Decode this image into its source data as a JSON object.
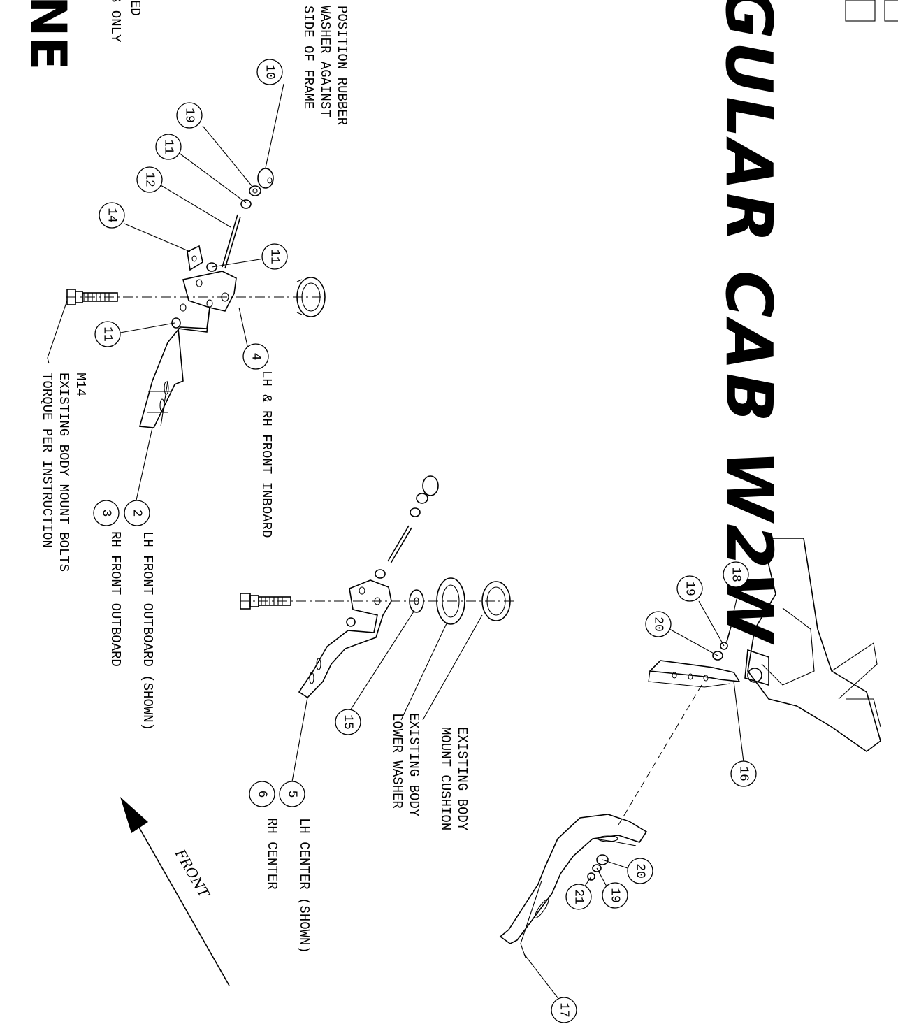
{
  "title": "GULAR CAB W2W",
  "logo_text": "NE",
  "edge_text": [
    "ED",
    "S ONLY"
  ],
  "notes": {
    "position_washer": [
      "POSITION RUBBER",
      "WASHER AGAINST",
      "SIDE OF FRAME"
    ],
    "body_mount_bolts": [
      "M14",
      "EXISTING BODY MOUNT BOLTS",
      "TORQUE PER INSTRUCTION"
    ],
    "lh_rh_front_inboard": "LH & RH FRONT INBOARD",
    "lh_front_outboard": "LH FRONT OUTBOARD (SHOWN)",
    "rh_front_outboard": "RH FRONT OUTBOARD",
    "existing_cushion": [
      "EXISTING BODY",
      "MOUNT CUSHION"
    ],
    "existing_lower_washer": [
      "EXISTING BODY",
      "LOWER WASHER"
    ],
    "lh_center": "LH CENTER (SHOWN)",
    "rh_center": "RH CENTER",
    "front": "FRONT"
  },
  "balloons": [
    "10",
    "19",
    "11",
    "12",
    "14",
    "11",
    "11",
    "4",
    "2",
    "3",
    "15",
    "5",
    "6",
    "18",
    "19",
    "20",
    "16",
    "20",
    "19",
    "21",
    "17"
  ]
}
